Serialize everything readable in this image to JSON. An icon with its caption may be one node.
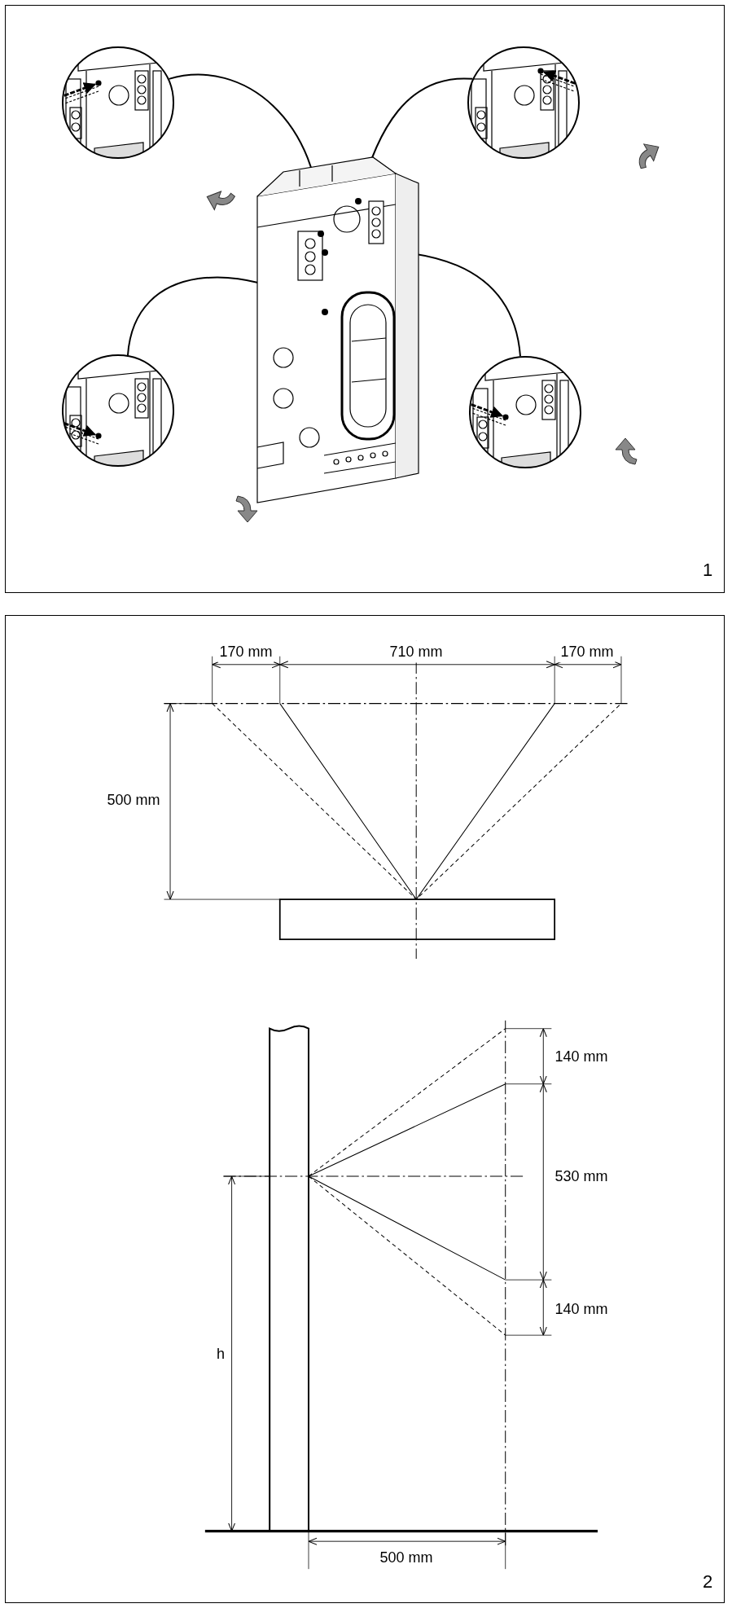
{
  "diagram": {
    "nodes": [
      {
        "text": [],
        "shape": "picture"
      },
      {
        "text": [],
        "shape": "picture"
      },
      {
        "text": [],
        "shape": "picture"
      },
      {
        "text": [],
        "shape": "circle",
        "in": 2
      },
      {
        "text": [],
        "shape": "circle",
        "in": 2
      },
      {
        "text": [],
        "shape": "circle",
        "in": 2
      },
      {
        "text": [],
        "shape": "circle",
        "in": 2
      },
      {
        "text": [],
        "shape": "picture"
      },
      {
        "text": [],
        "shape": "picture"
      }
    ],
    "edges": [
      {
        "from": 0,
        "to": 3,
        "arrow": "none"
      },
      {
        "from": 1,
        "to": 4,
        "arrow": "none"
      },
      {
        "from": 8,
        "to": 5,
        "arrow": "none"
      },
      {
        "from": 7,
        "to": 6,
        "arrow": "none"
      }
    ],
    "labels": [
      "1",
      "170 mm",
      "710 mm",
      "170 mm",
      "500 mm",
      "140 mm",
      "530 mm",
      "140 mm",
      "h",
      "500 mm",
      "2"
    ]
  }
}
